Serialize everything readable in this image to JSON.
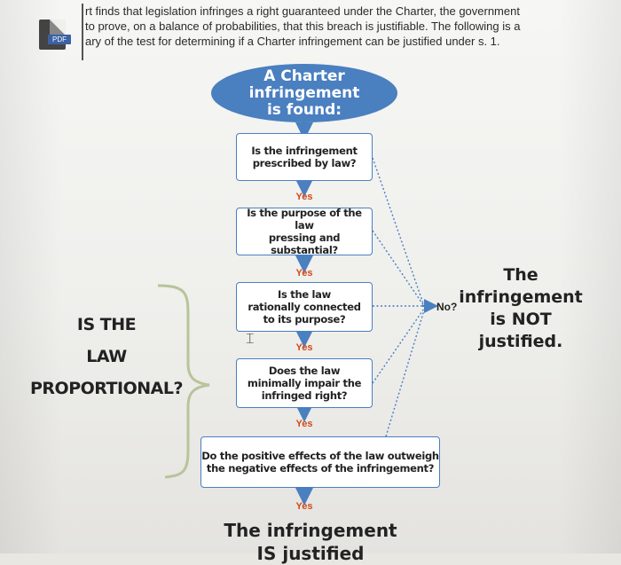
{
  "intro": {
    "line1": "rt finds that legislation infringes a right guaranteed under the Charter, the government",
    "line2": "to prove, on a balance of probabilities, that this breach is justifiable. The following is a",
    "line3": "ary of the test for determining if a Charter infringement can be justified under s. 1."
  },
  "pdf_label": "PDF",
  "flowchart": {
    "start": {
      "line1": "A Charter infringement",
      "line2": "is found:"
    },
    "steps": [
      {
        "line1": "Is the infringement",
        "line2": "prescribed by law?"
      },
      {
        "line1": "Is the purpose of the law",
        "line2": "pressing and substantial?"
      },
      {
        "line1": "Is the law",
        "line2": "rationally connected",
        "line3": "to its purpose?"
      },
      {
        "line1": "Does the law",
        "line2": "minimally impair the",
        "line3": "infringed right?"
      },
      {
        "line1": "Do the positive effects of the law outweigh",
        "line2": "the negative effects of the infringement?"
      }
    ],
    "yes_label": "Yes",
    "no_label": "No?",
    "not_justified": {
      "line1": "The",
      "line2": "infringement",
      "line3": "is NOT",
      "line4": "justified."
    },
    "justified": {
      "line1": "The infringement",
      "line2": "IS justified"
    },
    "proportional_question": {
      "line1": "IS THE",
      "line2": "LAW",
      "line3": "PROPORTIONAL?"
    }
  },
  "colors": {
    "blue": "#4a7fc0",
    "yes": "#d24a1c",
    "brace": "#b8c49a"
  }
}
